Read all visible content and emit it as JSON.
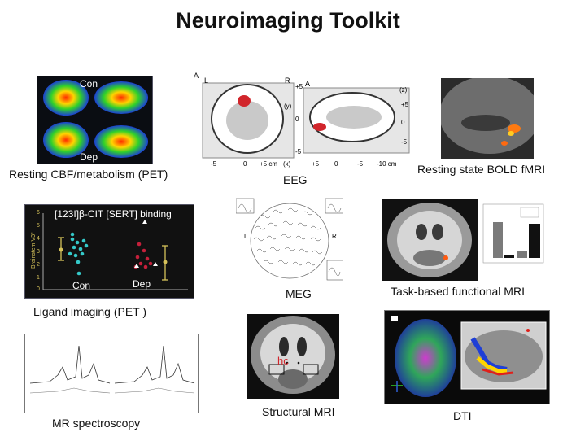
{
  "title": "Neuroimaging Toolkit",
  "panels": {
    "pet_cbf": {
      "caption": "Resting CBF/metabolism  (PET)",
      "label_top": "Con",
      "label_bottom": "Dep"
    },
    "eeg": {
      "caption": "EEG",
      "axis_left": [
        "+5",
        "0",
        "-5"
      ],
      "axis_right": [
        "+5",
        "0",
        "-5"
      ],
      "x_ticks_left": [
        "-5",
        "0",
        "+5 cm",
        "(x)"
      ],
      "x_ticks_right": [
        "+5",
        "0",
        "-5",
        "-10 cm"
      ],
      "corner_left_a": "A",
      "corner_left_b": "L",
      "corner_left_c": "R",
      "corner_right_a": "A",
      "y_label": "(y)",
      "z_label": "(z)"
    },
    "bold": {
      "caption": "Resting state BOLD fMRI"
    },
    "ligand": {
      "caption": "Ligand imaging (PET )",
      "header": "[123I]β-CIT [SERT] binding",
      "ylabel": "Brainstem V3\"",
      "label_con": "Con",
      "label_dep": "Dep",
      "y_ticks": [
        "6",
        "5",
        "4",
        "3",
        "2",
        "1",
        "0"
      ]
    },
    "meg": {
      "caption": "MEG",
      "left_mark": "L",
      "right_mark": "R"
    },
    "task_fmri": {
      "caption": "Task-based functional MRI"
    },
    "mrs": {
      "caption": "MR spectroscopy"
    },
    "structural": {
      "caption": "Structural MRI",
      "hc_label": "hc"
    },
    "dti": {
      "caption": "DTI"
    }
  },
  "colors": {
    "pet_bg": "#0a0d12",
    "ligand_bg": "#111111",
    "con_dots": "#35c9c9",
    "dep_dots": "#c5203b",
    "error_bar": "#d6c25a"
  }
}
